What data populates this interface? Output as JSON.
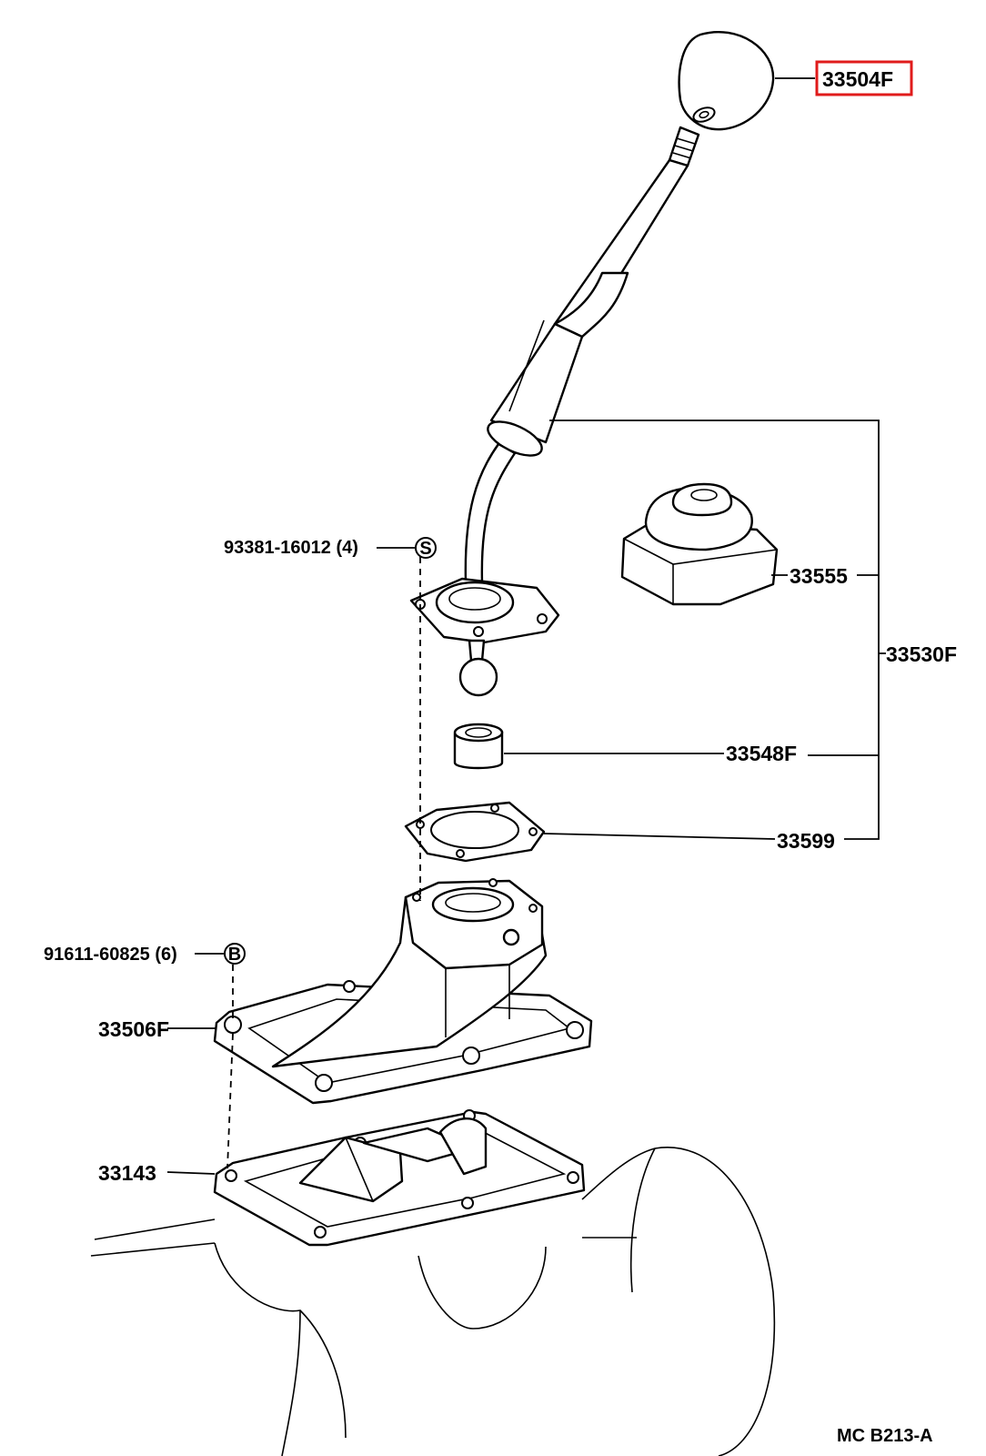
{
  "labels": {
    "knob": "33504F",
    "lever_assy": "33530F",
    "boot": "33555",
    "bushing": "33548F",
    "gasket": "33599",
    "screw": "93381-16012 (4)",
    "screw_symbol": "S",
    "bolt": "91611-60825 (6)",
    "bolt_symbol": "B",
    "retainer": "33506F",
    "cover": "33143",
    "diagram_code": "MC B213-A"
  },
  "colors": {
    "highlight_box": "#e01b1b",
    "line": "#000000",
    "background": "#ffffff"
  }
}
